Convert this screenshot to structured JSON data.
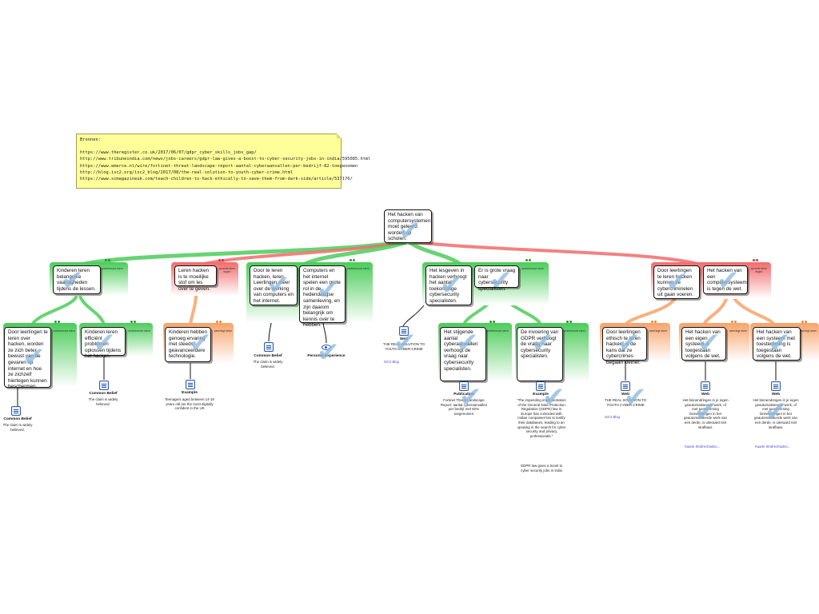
{
  "note": {
    "label": "Bronnen:",
    "sources": [
      "https://www.theregister.co.uk/2017/06/07/gdpr_cyber_skills_jobs_gap/",
      "http://www.tribuneindia.com/news/jobs-careers/gdpr-law-gives-a-boost-to-cyber-security-jobs-in-india/595085.html",
      "https://www.emerce.nl/wire/fortinet-threat-landscape-report-aantal-cyberaanvallen-per-bedrijf-82-toegenomen",
      "http://blog.isc2.org/isc2_blog/2017/08/the-real-solution-to-youth-cyber-crime.html",
      "https://www.scmagazineuk.com/teach-children-to-hack-ethically-to-save-them-from-dark-side/article/537176/"
    ]
  },
  "root": {
    "text": "Het hacken van computersystemen moet geleerd worden op scholen."
  },
  "nodes": {
    "a": {
      "text": "Kinderen leren belangrijke vaardigheden tijdens de lessen.",
      "tag": "onderbouwt stem"
    },
    "a1": {
      "text": "Door leerlingen te leren over hacken, worden ze zich beter bewust van de gevaren op internet en hoe ze zichzelf hiertegen kunnen beschermen.",
      "tag": "onderbouwt stem"
    },
    "a2": {
      "text": "Kinderen leren efficiënt problemen oplossen tijdens het hacken.",
      "tag": "onderbouwt stem"
    },
    "b": {
      "text": "Leren hacken is te moeilijke stof om les over te geven.",
      "tag": "spreekt stem tegen"
    },
    "b1": {
      "text": "Kinderen hebben genoeg ervaring met steeds geavanceerdere technologie.",
      "tag": "weerlegt stem"
    },
    "c1": {
      "text": "Door te leren hacken, leren Leerlingen meer over de werking van computers en het internet."
    },
    "c2": {
      "text": "Computers en het internet spelen een grote rol in de hedendaagse samenleving, en zijn daarom belangrijk om kennis over te hebben.",
      "tag": "onderbouwt stem"
    },
    "d1": {
      "text": "Het lesgeven in hacken verhoogt het aantal toekomstige cybersecurity specialisten."
    },
    "d2": {
      "text": "Er is grote vraag naar cybersecurity specialisten.",
      "tag": "onderbouwt stem"
    },
    "d21": {
      "text": "Het stijgende aantal cyberaanvallen verhoogt de vraag naar cybersecurity specialisten.",
      "tag": "onderbouwt stem"
    },
    "d22": {
      "text": "De invoering van GDPR verhoogt de vraag naar cybersecurity specialisten.",
      "tag": "onderbouwt stem"
    },
    "e1": {
      "text": "Door leerlingen te leren hacken kunnen ze cybercriminelen uit gaan voeren."
    },
    "e2": {
      "text": "Het hacken van een computersysteem is tegen de wet.",
      "tag": "spreekt stem tegen"
    },
    "e11": {
      "text": "Door leerlingen ethisch te leren hacken, is de kans dat ze cybercrimes begaan kleiner.",
      "tag": "weerlegt stem"
    },
    "e21": {
      "text": "Het hacken van een eigen systeem is toegestaan volgens de wet.",
      "tag": "weerlegt stem"
    },
    "e22": {
      "text": "Het hacken van een systeem met toestemming is toegestaan volgens de wet.",
      "tag": "weerlegt stem"
    }
  },
  "evidence": {
    "ev_a1": {
      "title": "Common Belief",
      "text": "The claim is widely believed."
    },
    "ev_a2": {
      "title": "Common Belief",
      "text": "The claim is widely believed."
    },
    "ev_b1": {
      "title": "Example",
      "text": "Teenagers aged between 14-19 years old are the most digitally confident in the UK"
    },
    "ev_c1": {
      "title": "Common Belief",
      "text": "The claim is widely believed."
    },
    "ev_c2": {
      "title": "Personal Experience",
      "text": ""
    },
    "ev_d1": {
      "title": "Web",
      "text": "THE REAL SOLUTION TO YOUTH CYBER-CRIME",
      "link": "ISC2 Blog"
    },
    "ev_d21": {
      "title": "Publication",
      "text": "Fortinet Threat Landscape Report: aantal cyberaanvallen per bedrijf met 82% toegenomen"
    },
    "ev_d22": {
      "title": "Example",
      "text": "\"The impending implementation of the General Data Protection Regulation (GDPR) law in Europe has coincided with Indian companies'sss to testify their databases, leading to an upswing in the search for cyber security and privacy professionals.\"",
      "text2": "GDPR law gives a boost to cyber security jobs in India"
    },
    "ev_e11": {
      "title": "Web",
      "text": "THE REAL SOLUTION TO YOUTH CYBER-CRIME",
      "link": "ISC2 Blog"
    },
    "ev_e21": {
      "title": "Web",
      "text": "Het binnendringen in je eigen geautomatiseerde werk, of met toestemming binnendringen in het geautomatiseerde werk van een derde, is uiteraard niet strafbaar.",
      "link": "Kaarte Strafrechtadvo..."
    },
    "ev_e22": {
      "title": "Web",
      "text": "Het binnendringen in je eigen geautomatiseerde werk, of met toestemming binnendringen in het geautomatiseerde werk van een derde, is uiteraard niet strafbaar.",
      "link": "Kaarte Strafrechtadvo..."
    }
  },
  "colors": {
    "support": "#4ccc5a",
    "oppose": "#f26b6b",
    "rebut": "#f7a36a",
    "evidence": "#2b5aa6"
  }
}
